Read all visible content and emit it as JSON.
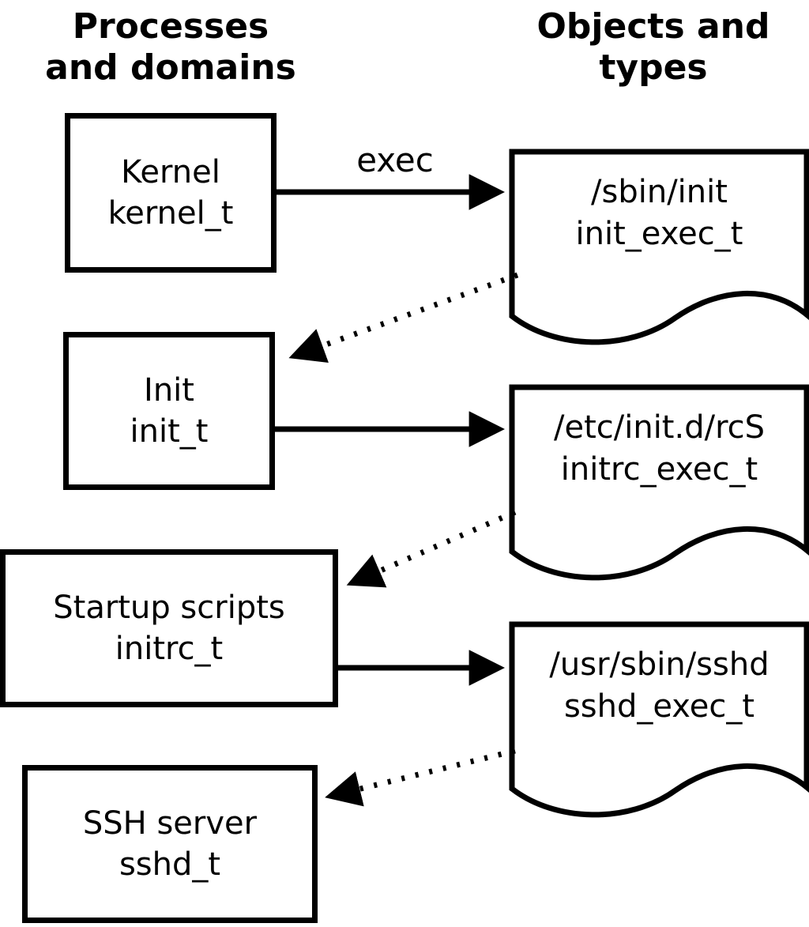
{
  "headers": {
    "left": "Processes\nand domains",
    "right": "Objects and\ntypes"
  },
  "labels": {
    "exec": "exec"
  },
  "processes": [
    {
      "name": "Kernel",
      "type": "kernel_t"
    },
    {
      "name": "Init",
      "type": "init_t"
    },
    {
      "name": "Startup scripts",
      "type": "initrc_t"
    },
    {
      "name": "SSH server",
      "type": "sshd_t"
    }
  ],
  "objects": [
    {
      "path": "/sbin/init",
      "type": "init_exec_t"
    },
    {
      "path": "/etc/init.d/rcS",
      "type": "initrc_exec_t"
    },
    {
      "path": "/usr/sbin/sshd",
      "type": "sshd_exec_t"
    }
  ],
  "edges": [
    {
      "from": "Kernel (kernel_t)",
      "to": "/sbin/init (init_exec_t)",
      "style": "solid",
      "label": "exec"
    },
    {
      "from": "/sbin/init (init_exec_t)",
      "to": "Init (init_t)",
      "style": "dotted",
      "label": ""
    },
    {
      "from": "Init (init_t)",
      "to": "/etc/init.d/rcS (initrc_exec_t)",
      "style": "solid",
      "label": ""
    },
    {
      "from": "/etc/init.d/rcS (initrc_exec_t)",
      "to": "Startup scripts (initrc_t)",
      "style": "dotted",
      "label": ""
    },
    {
      "from": "Startup scripts (initrc_t)",
      "to": "/usr/sbin/sshd (sshd_exec_t)",
      "style": "solid",
      "label": ""
    },
    {
      "from": "/usr/sbin/sshd (sshd_exec_t)",
      "to": "SSH server (sshd_t)",
      "style": "dotted",
      "label": ""
    }
  ],
  "colors": {
    "stroke": "#000000",
    "background": "#ffffff"
  }
}
